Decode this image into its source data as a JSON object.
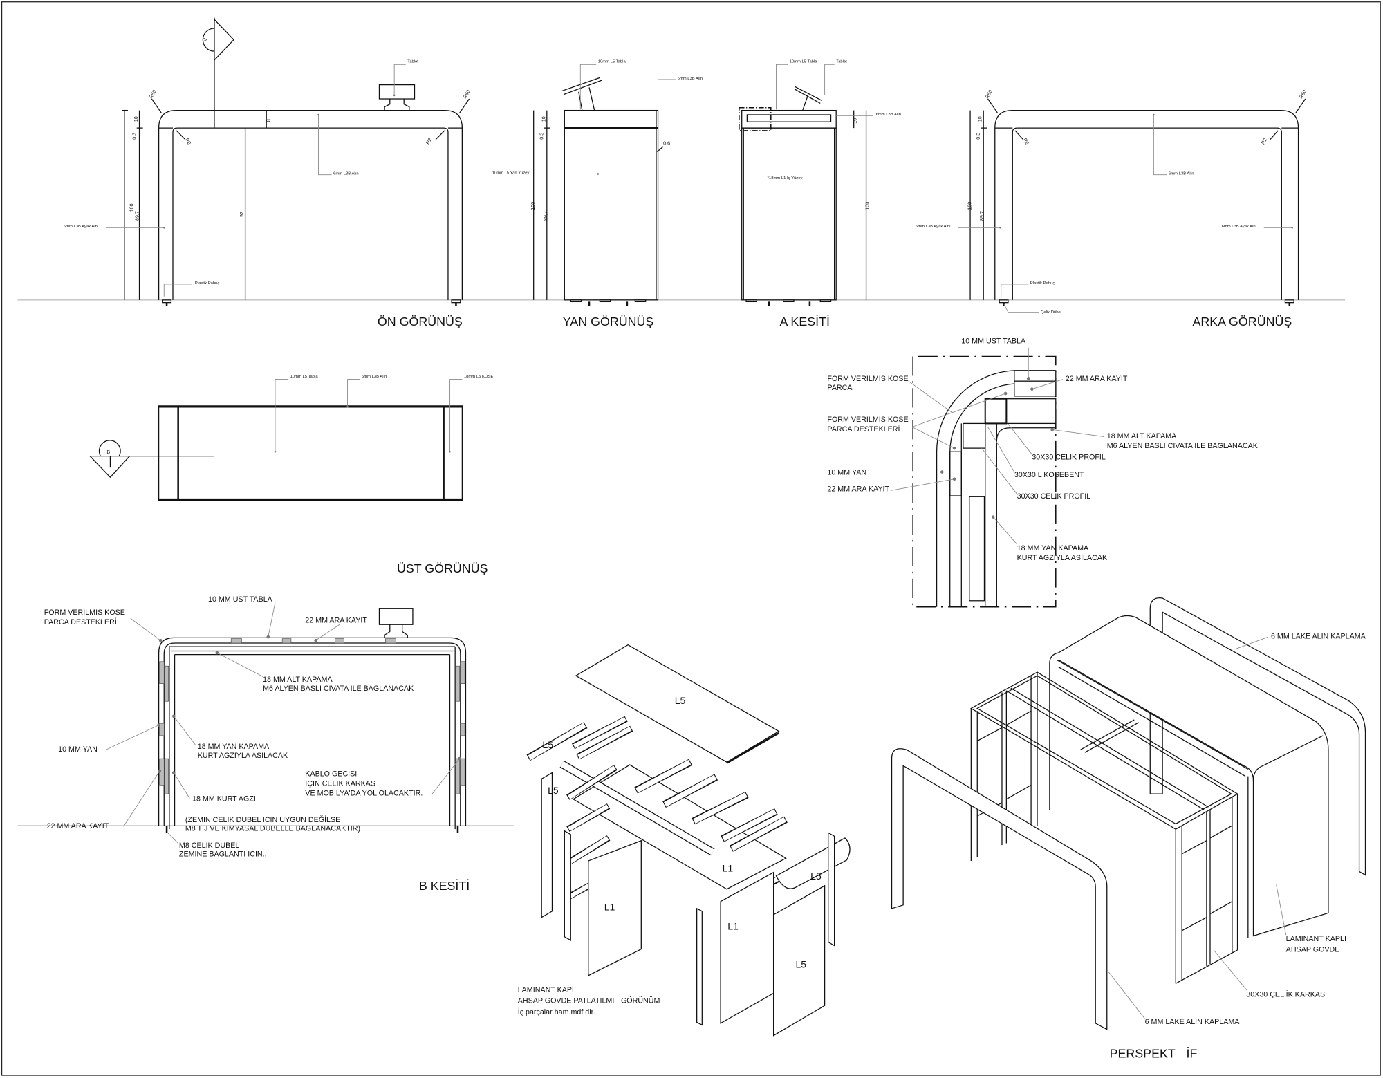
{
  "front_view": {
    "title": "ÖN GÖRÜNÜŞ",
    "section_marker": "A",
    "tablet": "Tablet",
    "front_panel": "6mm L3B Alın",
    "leg_panel": "6mm L3B Ayak Alnı",
    "foot": "Plastik Pabuç",
    "dims": {
      "total": "100",
      "top": "10",
      "gap": "0,3",
      "leg": "89,7",
      "inner": "92",
      "thickness": "8",
      "r_outer": "R50",
      "r_inner": "R2"
    }
  },
  "side_view": {
    "title": "YAN GÖRÜNÜŞ",
    "top_board": "10mm L5 Tabla",
    "front_panel": "6mm L3B Alın",
    "side_panel": "10mm L5 Yan Yüzey",
    "dims": {
      "total": "100",
      "top": "10",
      "gap": "0,3",
      "leg": "89,7",
      "offset": "0,6"
    }
  },
  "section_a": {
    "title": "A KESİTİ",
    "top_board": "10mm L5 Tabla",
    "tablet": "Tablet",
    "front_panel": "6mm L3B Alın",
    "inner_surface": "*18mm L1 İç Yüzey",
    "dims": {
      "total": "100",
      "top": "10"
    }
  },
  "back_view": {
    "title": "ARKA GÖRÜNÜŞ",
    "front_panel": "6mm L3B Alın",
    "leg_panel_left": "6mm L3B Ayak Alnı",
    "leg_panel_right": "6mm L3B Ayak Alnı",
    "foot": "Plastik Pabuç",
    "dowel": "Çelik Dübel",
    "dims": {
      "total": "100",
      "top": "10",
      "gap": "0,3",
      "leg": "89,7",
      "r_outer": "R50",
      "r_inner": "R2"
    }
  },
  "top_view": {
    "title": "ÜST GÖRÜNÜŞ",
    "section_marker": "B",
    "top_board": "10mm L5 Tabla",
    "front_panel": "6mm L3B Alın",
    "corner": "18mm L5 KOŞE"
  },
  "detail": {
    "top_board": "10 MM UST TABLA",
    "corner_piece": [
      "FORM VERILMIS KOSE",
      "PARCA"
    ],
    "corner_supports": [
      "FORM VERILMIS KOSE",
      "PARCA DESTEKLERİ"
    ],
    "spacer_top": "22 MM ARA KAYIT",
    "bottom_cover": [
      "18 MM ALT KAPAMA",
      "M6 ALYEN BASLI CIVATA ILE BAGLANACAK"
    ],
    "steel_profile_1": "30X30 CELIK PROFIL",
    "angle_bracket": "30X30 L KOSEBENT",
    "steel_profile_2": "30X30 CELIK PROFIL",
    "side": "10 MM YAN",
    "spacer_side": "22 MM ARA KAYIT",
    "side_cover": [
      "18 MM YAN KAPAMA",
      "KURT AGZIYLA ASILACAK"
    ]
  },
  "section_b": {
    "title": "B KESİTİ",
    "corner_supports": [
      "FORM VERILMIS KOSE",
      "PARCA DESTEKLERİ"
    ],
    "top_board": "10 MM UST TABLA",
    "spacer_top": "22 MM ARA KAYIT",
    "bottom_cover": [
      "18 MM ALT KAPAMA",
      "M6 ALYEN BASLI CIVATA ILE BAGLANACAK"
    ],
    "side": "10 MM YAN",
    "side_cover": [
      "18 MM YAN KAPAMA",
      "KURT AGZIYLA ASILACAK"
    ],
    "cable": [
      "KABLO GECISI",
      "IÇIN CELIK KARKAS",
      "VE MOBILYA'DA YOL OLACAKTIR."
    ],
    "hook": "18 MM KURT AGZI",
    "spacer_side": "22 MM ARA KAYIT",
    "floor_note": [
      "(ZEMIN CELIK DUBEL ICIN UYGUN DEĞİLSE",
      "M8 TIJ VE KIMYASAL DUBELLE BAGLANACAKTIR)"
    ],
    "dowel": [
      "M8 CELIK DUBEL",
      "ZEMINE BAGLANTI ICIN.."
    ]
  },
  "exploded": {
    "parts": [
      "L5",
      "L5",
      "L5",
      "L1",
      "L1",
      "L5",
      "L1",
      "L5"
    ],
    "note": [
      "LAMINANT KAPLI",
      "AHSAP GOVDE PATLATILMI",
      "GÖRÜNÜM",
      "İç parçalar ham mdf dir."
    ]
  },
  "perspective": {
    "title": [
      "PERSPEKT",
      "İF"
    ],
    "back_fascia": "6 MM LAKE ALIN KAPLAMA",
    "body": [
      "LAMINANT KAPLI",
      "AHSAP GOVDE"
    ],
    "frame": "30X30 ÇEL  İK  KARKAS",
    "front_fascia": "6 MM LAKE ALIN KAPLAMA"
  }
}
